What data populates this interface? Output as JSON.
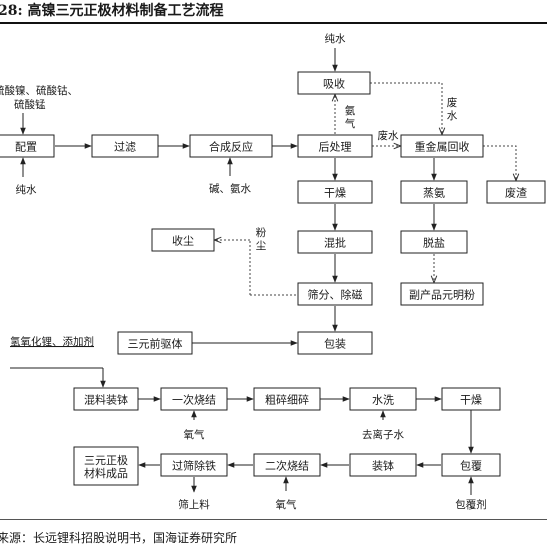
{
  "title": "28:  高镍三元正极材料制备工艺流程",
  "source": "来源：长远锂科招股说明书，国海证券研究所",
  "boxes": {
    "peizhi": "配置",
    "guolv": "过滤",
    "hecheng": "合成反应",
    "houchuli": "后处理",
    "xishou": "吸收",
    "zhongjinshu": "重金属回收",
    "feizha": "废渣",
    "ganzao1": "干燥",
    "zhengan": "蒸氨",
    "shouchen": "收尘",
    "hunpi": "混批",
    "tuoyan": "脱盐",
    "shaifen": "筛分、除磁",
    "fuchanpin": "副产品元明粉",
    "baozhuang": "包装",
    "qianquti": "三元前驱体",
    "hunliao": "混料装钵",
    "yici": "一次烧结",
    "cusui": "粗碎细碎",
    "shuixi": "水洗",
    "ganzao2": "干燥",
    "baofu": "包覆",
    "zhuangbo": "装钵",
    "erci": "二次烧结",
    "guoshai": "过筛除铁",
    "chengpin": "三元正极\n材料成品"
  },
  "labels": {
    "chunshui_top": "纯水",
    "raw_line1": "硫酸镍、硫酸钴、",
    "raw_line2": "硫酸锰",
    "chunshui_left": "纯水",
    "jian_anshui": "碱、氨水",
    "anqi": "氨\n气",
    "feishui_right": "废\n水",
    "feishui_mid": "废水",
    "fenchen": "粉\n尘",
    "qinghua": "氢氧化锂、添加剂",
    "yangqi1": "氧气",
    "quli": "去离子水",
    "shaishang": "筛上料",
    "yangqi2": "氧气",
    "baofuji": "包覆剂"
  }
}
